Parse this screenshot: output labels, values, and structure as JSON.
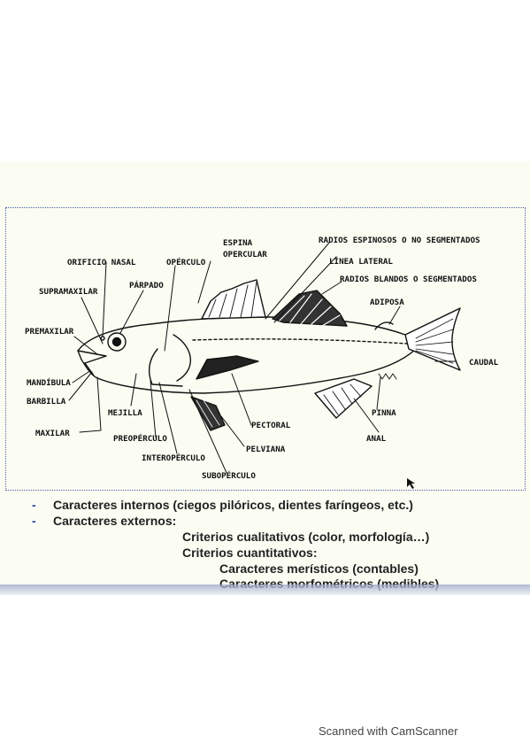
{
  "labels": {
    "espina_opercular_1": "ESPINA",
    "espina_opercular_2": "OPERCULAR",
    "radios_espinosos": "RADIOS ESPINOSOS O NO SEGMENTADOS",
    "orificio_nasal": "ORIFICIO NASAL",
    "operculo": "OPÉRCULO",
    "linea_lateral": "LÍNEA LATERAL",
    "parpado": "PÁRPADO",
    "supramaxilar": "SUPRAMAXILAR",
    "radios_blandos": "RADIOS BLANDOS O SEGMENTADOS",
    "adiposa": "ADIPOSA",
    "premaxilar": "PREMAXILAR",
    "caudal": "CAUDAL",
    "mandibula": "MANDÍBULA",
    "barbilla": "BARBILLA",
    "mejilla": "MEJILLA",
    "pinna": "PINNA",
    "pectoral": "PECTORAL",
    "maxilar": "MAXILAR",
    "preoperculo": "PREOPÉRCULO",
    "anal": "ANAL",
    "pelviana": "PELVIANA",
    "interoperculo": "INTEROPÉRCULO",
    "suboperculo": "SUBOPÉRCULO"
  },
  "bullets": {
    "internos": "Caracteres internos (ciegos pilóricos, dientes faríngeos,  etc.)",
    "externos": "Caracteres externos:",
    "cualitativos": "Criterios cualitativos (color, morfología…)",
    "cuantitativos": "Criterios cuantitativos:",
    "meristicos": "Caracteres merísticos (contables)",
    "morfometricos": "Caracteres morfométricos (medibles)",
    "dash": "-"
  },
  "footer": "Scanned with CamScanner"
}
